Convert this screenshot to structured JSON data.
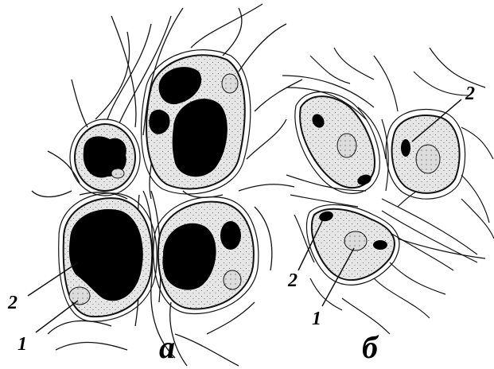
{
  "figure": {
    "panels": [
      {
        "letter": "а",
        "callouts": [
          "2",
          "1"
        ]
      },
      {
        "letter": "б",
        "callouts": [
          "2",
          "2",
          "1"
        ]
      }
    ],
    "colors": {
      "ink": "#000000",
      "cytoplasm": "#e8e8e8",
      "paper": "#ffffff"
    }
  }
}
